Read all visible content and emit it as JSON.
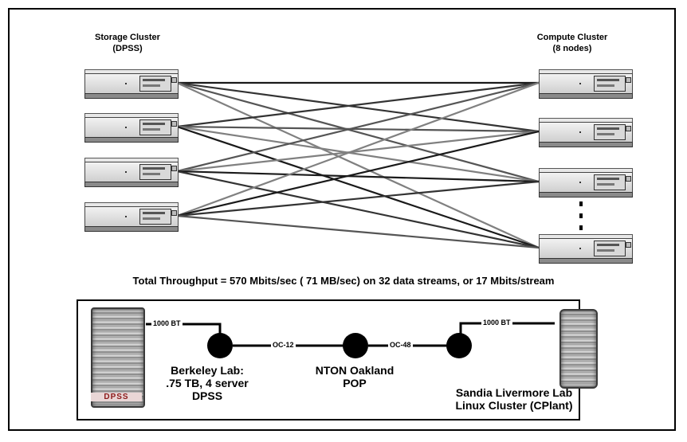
{
  "top": {
    "storage_title": "Storage Cluster",
    "storage_subtitle": "(DPSS)",
    "compute_title": "Compute Cluster",
    "compute_subtitle": "(8 nodes)"
  },
  "throughput": "Total Throughput = 570 Mbits/sec ( 71 MB/sec) on 32 data streams, or 17 Mbits/stream",
  "network": {
    "link1": "1000 BT",
    "link2": "OC-12",
    "link3": "OC-48",
    "link4": "1000 BT",
    "berkeley_line1": "Berkeley Lab:",
    "berkeley_line2": ".75 TB,  4 server",
    "berkeley_line3": "DPSS",
    "nton_line1": "NTON Oakland",
    "nton_line2": "POP",
    "sandia_line1": "Sandia Livermore Lab",
    "sandia_line2": "Linux Cluster  (CPlant)",
    "dpss_rack_label": "DPSS"
  }
}
